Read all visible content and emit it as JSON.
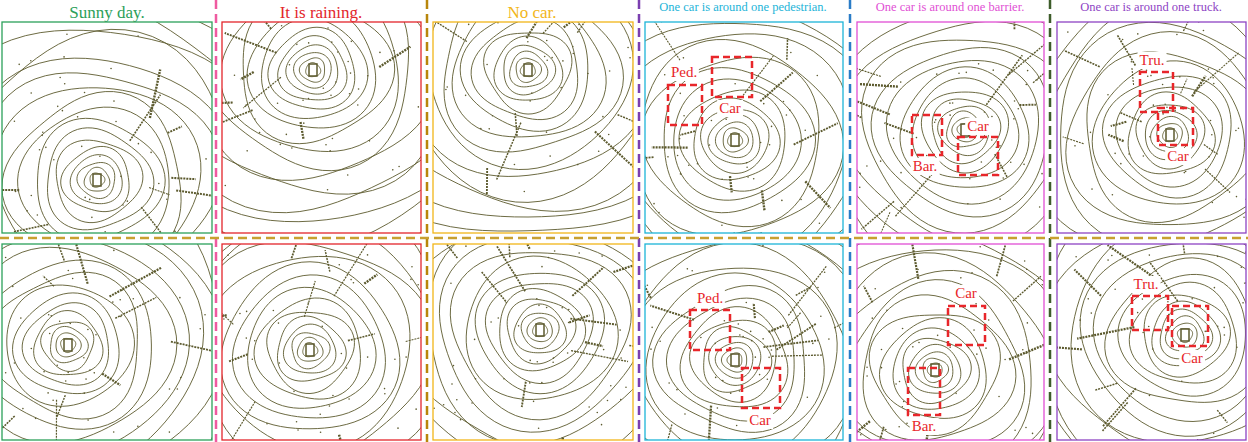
{
  "diagram": {
    "labels": [
      "Sunny day.",
      "It is raining.",
      "No car.",
      "One car is around one pedestrian.",
      "One car is around one barrier.",
      "One car is around one truck.",
      "Ped.",
      "Car",
      "Car",
      "Bar.",
      "Tru.",
      "Car",
      "Ped.",
      "Car",
      "Car",
      "Bar.",
      "Tru.",
      "Car"
    ]
  }
}
